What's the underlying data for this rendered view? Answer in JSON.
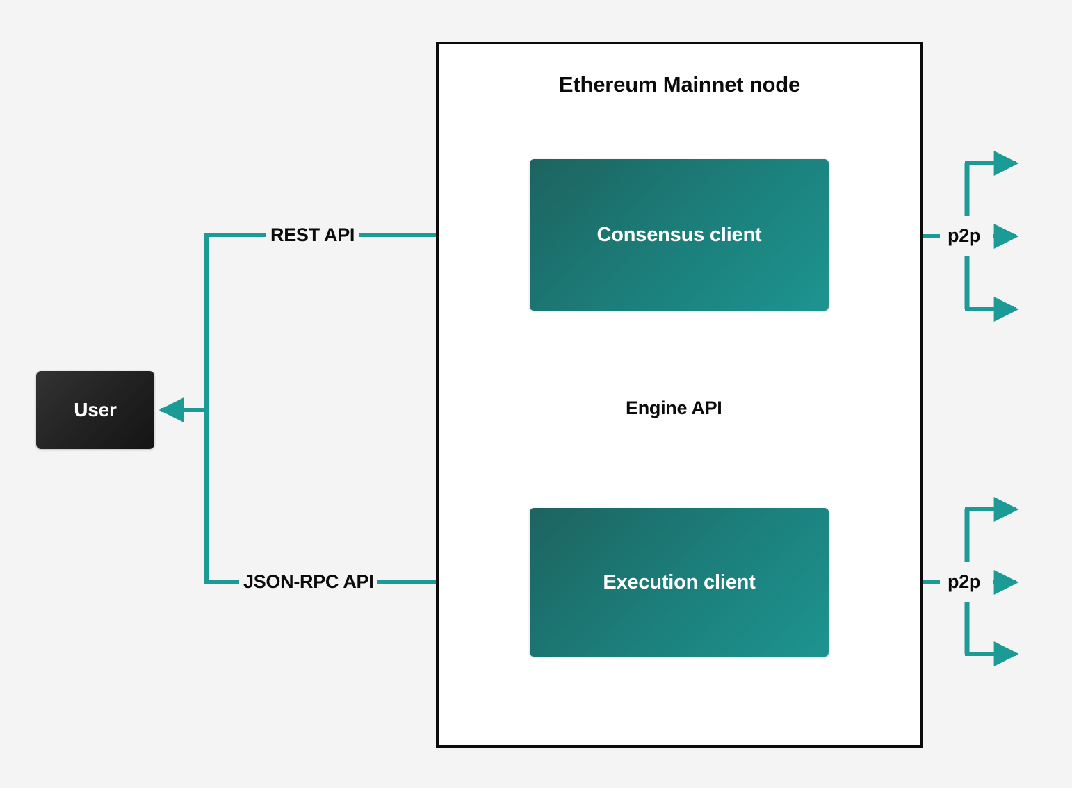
{
  "diagram": {
    "title": "Ethereum Mainnet node",
    "background_color": "#f4f4f4",
    "accent_color": "#1b9a96",
    "frame_color": "#0b0b0b",
    "nodes": [
      {
        "id": "user",
        "label": "User",
        "kind": "actor",
        "fill": "#232323",
        "text_color": "#ffffff"
      },
      {
        "id": "consensus-client",
        "label": "Consensus client",
        "kind": "component",
        "fill_from": "#1d6360",
        "fill_to": "#1d9490",
        "text_color": "#ffffff"
      },
      {
        "id": "execution-client",
        "label": "Execution client",
        "kind": "component",
        "fill_from": "#1d6360",
        "fill_to": "#1d9490",
        "text_color": "#ffffff"
      }
    ],
    "edges": [
      {
        "id": "rest-api",
        "label": "REST API",
        "from": "user",
        "to": "consensus-client",
        "style": "solid",
        "direction": "forward"
      },
      {
        "id": "jsonrpc-api",
        "label": "JSON-RPC API",
        "from": "user",
        "to": "execution-client",
        "style": "solid",
        "direction": "forward"
      },
      {
        "id": "engine-api-down",
        "label": "Engine API",
        "from": "consensus-client",
        "to": "execution-client",
        "style": "solid",
        "direction": "down"
      },
      {
        "id": "engine-api-up",
        "label": "Engine API",
        "from": "execution-client",
        "to": "consensus-client",
        "style": "dashed",
        "direction": "up"
      },
      {
        "id": "p2p-consensus",
        "label": "p2p",
        "from": "network",
        "to": "consensus-client",
        "style": "solid",
        "direction": "bidirectional",
        "branches": 3
      },
      {
        "id": "p2p-execution",
        "label": "p2p",
        "from": "network",
        "to": "execution-client",
        "style": "solid",
        "direction": "bidirectional",
        "branches": 3
      }
    ]
  },
  "labels": {
    "node_title": "Ethereum Mainnet node",
    "user": "User",
    "consensus_client": "Consensus client",
    "execution_client": "Execution client",
    "rest_api": "REST API",
    "jsonrpc_api": "JSON-RPC API",
    "engine_api": "Engine API",
    "p2p_top": "p2p",
    "p2p_bottom": "p2p"
  }
}
